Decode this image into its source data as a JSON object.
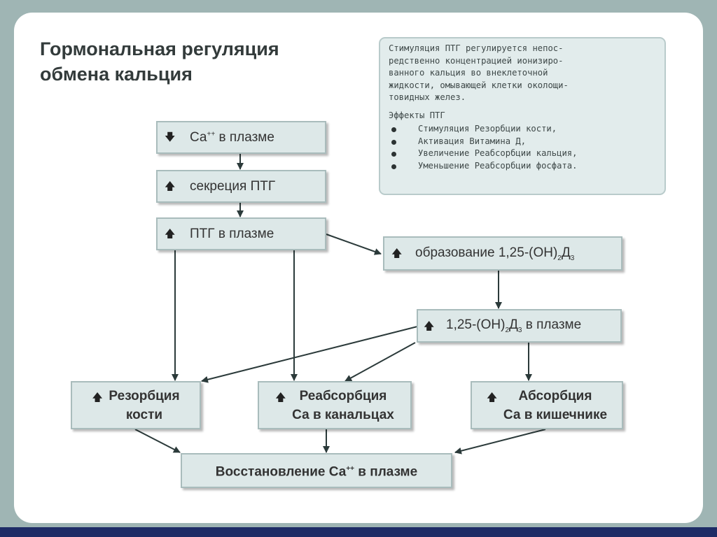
{
  "title": {
    "line1": "Гормональная регуляция",
    "line2": "обмена кальция"
  },
  "note": {
    "paragraph_lines": [
      "Стимуляция ПТГ регулируется непос-",
      "редственно концентрацией ионизиро-",
      "ванного кальция во внеклеточной",
      "жидкости, омывающей клетки околощи-",
      "товидных желез."
    ],
    "effects_title": "Эффекты ПТГ",
    "effects": [
      "Стимуляция Резорбции кости,",
      "Активация Витамина Д,",
      "Увеличение Реабсорбции кальция,",
      "Уменьшение Реабсорбции фосфата."
    ]
  },
  "icons": {
    "down": "arrow-down-icon",
    "up": "arrow-up-icon"
  },
  "nodes": {
    "ca_plasma": {
      "text": "Са",
      "sup": "++",
      "text2": " в плазме"
    },
    "ptg_secretion": {
      "text": "секреция ПТГ"
    },
    "ptg_plasma": {
      "text": "ПТГ в плазме"
    },
    "vitd_formation": {
      "text": "образование 1,25-(ОН)",
      "sub": "2",
      "text2": "Д",
      "sub2": "3"
    },
    "vitd_plasma": {
      "text": "1,25-(ОН)",
      "sub": "2",
      "text2": "Д",
      "sub2": "3",
      "text3": " в плазме"
    },
    "bone_resorption": {
      "line1": "Резорбция",
      "line2": "кости"
    },
    "ca_reabsorption": {
      "line1": "Реабсорбция",
      "line2": "Са в канальцах"
    },
    "ca_absorption": {
      "line1": "Абсорбция",
      "line2": "Са в кишечнике"
    },
    "ca_restore": {
      "text": "Восстановление Са",
      "sup": "++",
      "text2": " в плазме"
    }
  },
  "colors": {
    "background": "#9fb5b4",
    "panel": "#ffffff",
    "box_fill": "#dde8e8",
    "box_border": "#a9bcbc",
    "arrow": "#2b3a3a"
  }
}
